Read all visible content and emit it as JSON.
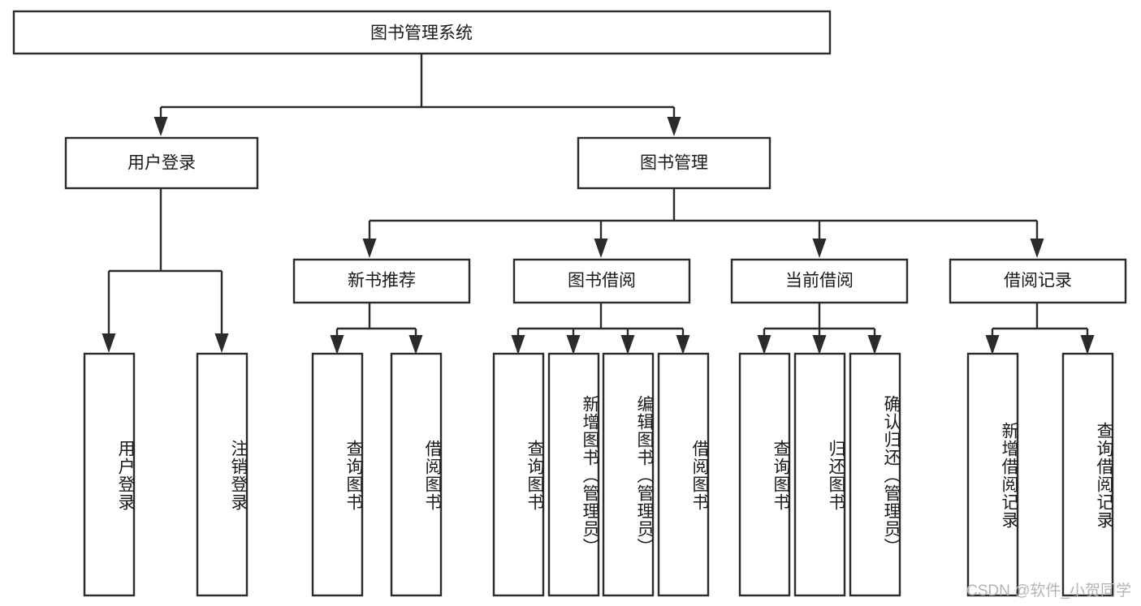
{
  "diagram": {
    "type": "tree-hierarchy",
    "title": "图书管理系统",
    "root": {
      "label": "图书管理系统",
      "orientation": "horizontal"
    },
    "level2": [
      {
        "label": "用户登录",
        "orientation": "horizontal"
      },
      {
        "label": "图书管理",
        "orientation": "horizontal"
      }
    ],
    "level3": [
      {
        "label": "新书推荐",
        "orientation": "horizontal"
      },
      {
        "label": "图书借阅",
        "orientation": "horizontal"
      },
      {
        "label": "当前借阅",
        "orientation": "horizontal"
      },
      {
        "label": "借阅记录",
        "orientation": "horizontal"
      }
    ],
    "leaves": {
      "user_login": [
        {
          "label": "用户登录",
          "orientation": "vertical"
        },
        {
          "label": "注销登录",
          "orientation": "vertical"
        }
      ],
      "new_book_recommend": [
        {
          "label": "查询图书",
          "orientation": "vertical"
        },
        {
          "label": "借阅图书",
          "orientation": "vertical"
        }
      ],
      "book_borrow": [
        {
          "label": "查询图书",
          "orientation": "vertical"
        },
        {
          "label": "新增图书（管理员）",
          "orientation": "vertical"
        },
        {
          "label": "编辑图书（管理员）",
          "orientation": "vertical"
        },
        {
          "label": "借阅图书",
          "orientation": "vertical"
        }
      ],
      "current_borrow": [
        {
          "label": "查询图书",
          "orientation": "vertical"
        },
        {
          "label": "归还图书",
          "orientation": "vertical"
        },
        {
          "label": "确认归还（管理员）",
          "orientation": "vertical"
        }
      ],
      "borrow_record": [
        {
          "label": "新增借阅记录",
          "orientation": "vertical"
        },
        {
          "label": "查询借阅记录",
          "orientation": "vertical"
        }
      ]
    },
    "colors": {
      "background": "#ffffff",
      "box_fill": "#ffffff",
      "box_stroke": "#2b2b2b",
      "text": "#1a1a1a",
      "watermark": "#b4b4b4"
    }
  },
  "watermark": {
    "text": "CSDN @软件_小贺同学"
  }
}
